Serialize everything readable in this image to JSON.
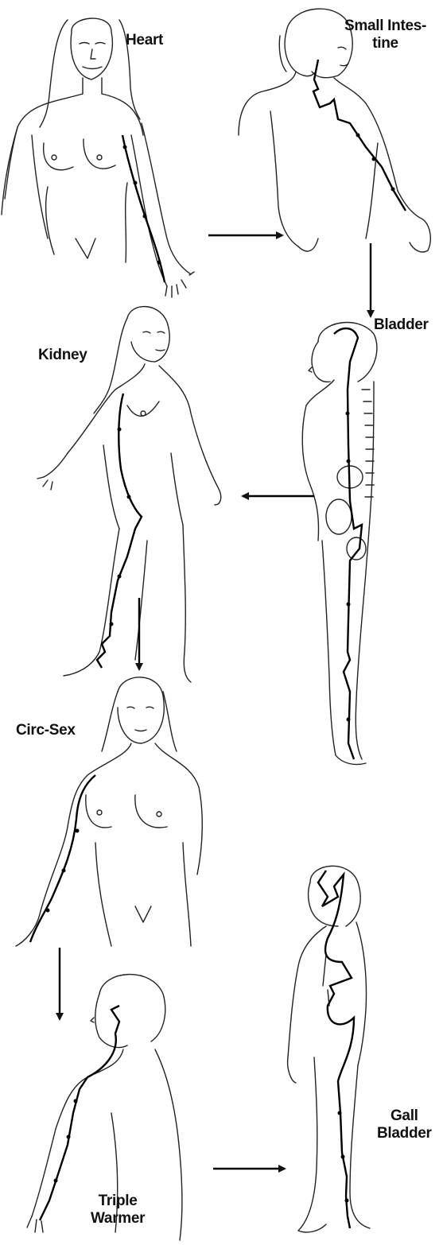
{
  "meridians": [
    {
      "id": "heart",
      "lines": [
        "Heart"
      ]
    },
    {
      "id": "small-intestine",
      "lines": [
        "Small Intes-",
        "tine"
      ]
    },
    {
      "id": "bladder",
      "lines": [
        "Bladder"
      ]
    },
    {
      "id": "kidney",
      "lines": [
        "Kidney"
      ]
    },
    {
      "id": "circ-sex",
      "lines": [
        "Circ-Sex"
      ]
    },
    {
      "id": "triple-warmer",
      "lines": [
        "Triple",
        "Warmer"
      ]
    },
    {
      "id": "gall-bladder",
      "lines": [
        "Gall",
        "Bladder"
      ]
    }
  ],
  "colors": {
    "ink": "#111111",
    "paper": "#ffffff",
    "shade": "#555555"
  }
}
